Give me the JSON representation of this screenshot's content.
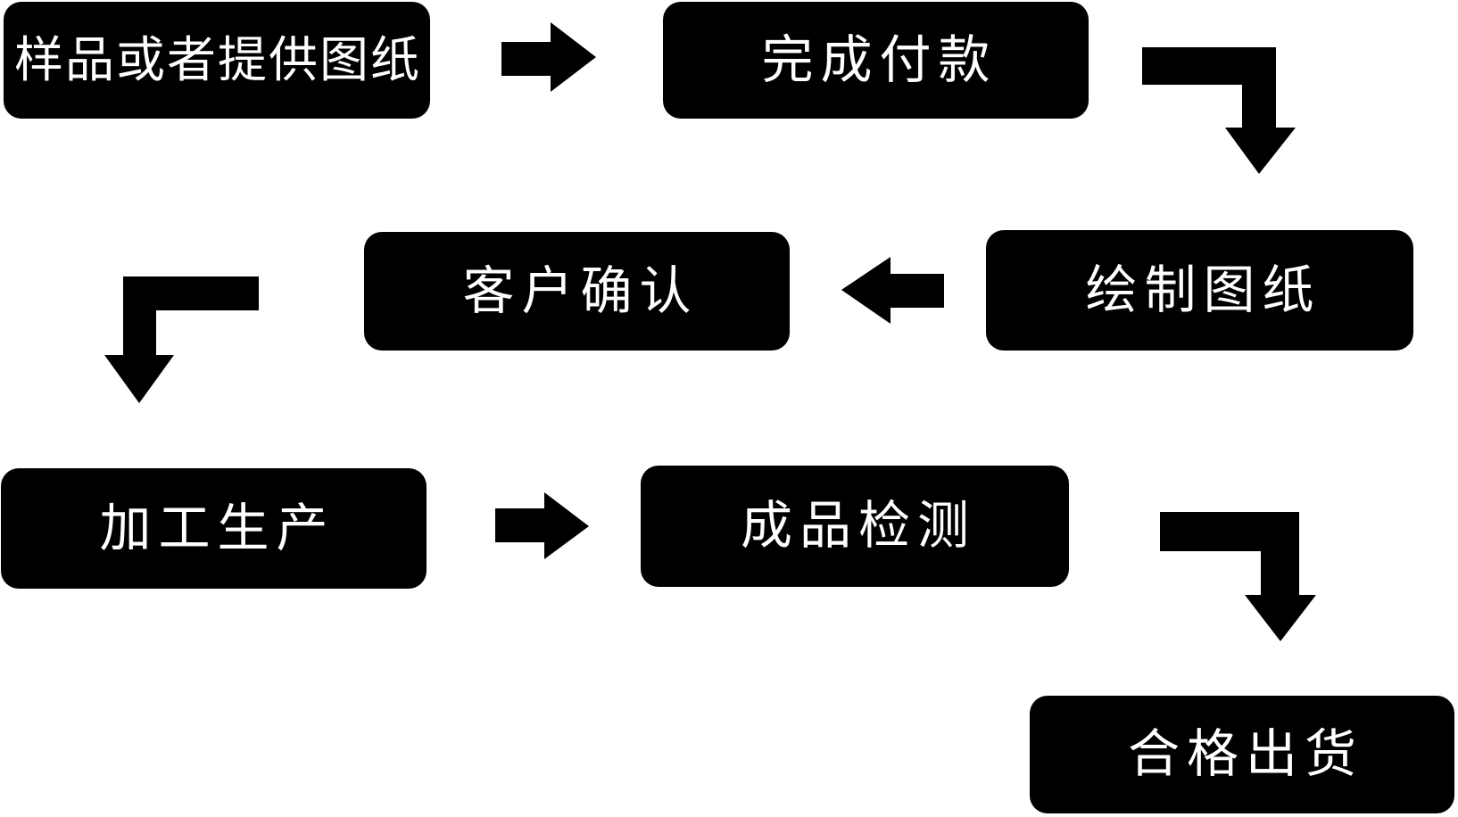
{
  "diagram": {
    "type": "flowchart",
    "background_color": "#ffffff",
    "node_fill_color": "#000000",
    "node_text_color": "#ffffff",
    "arrow_color": "#000000",
    "nodes": [
      {
        "id": "step-1",
        "label": "样品或者提供图纸"
      },
      {
        "id": "step-2",
        "label": "完成付款"
      },
      {
        "id": "step-3",
        "label": "绘制图纸"
      },
      {
        "id": "step-4",
        "label": "客户确认"
      },
      {
        "id": "step-5",
        "label": "加工生产"
      },
      {
        "id": "step-6",
        "label": "成品检测"
      },
      {
        "id": "step-7",
        "label": "合格出货"
      }
    ],
    "edges": [
      {
        "from": "step-1",
        "to": "step-2",
        "shape": "right-arrow"
      },
      {
        "from": "step-2",
        "to": "step-3",
        "shape": "elbow-down-right-arrow"
      },
      {
        "from": "step-3",
        "to": "step-4",
        "shape": "left-arrow"
      },
      {
        "from": "step-4",
        "to": "step-5",
        "shape": "elbow-down-left-arrow"
      },
      {
        "from": "step-5",
        "to": "step-6",
        "shape": "right-arrow"
      },
      {
        "from": "step-6",
        "to": "step-7",
        "shape": "elbow-down-right-arrow"
      }
    ]
  }
}
